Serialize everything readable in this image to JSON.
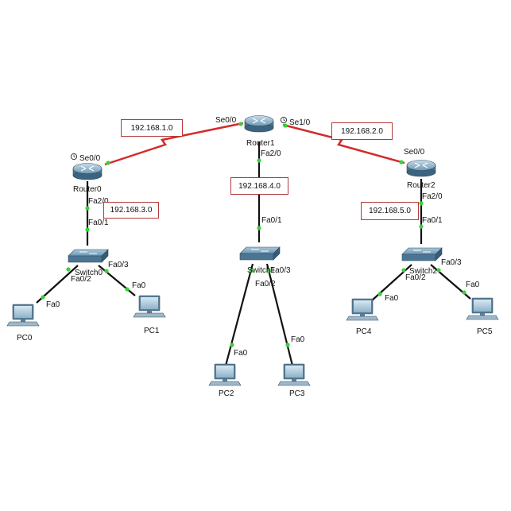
{
  "networks": {
    "net1": "192.168.1.0",
    "net2": "192.168.2.0",
    "net3": "192.168.3.0",
    "net4": "192.168.4.0",
    "net5": "192.168.5.0"
  },
  "devices": {
    "router0": "Router0",
    "router1": "Router1",
    "router2": "Router2",
    "switch0": "Switch0",
    "switch1": "Switch1",
    "switch2": "Switch2",
    "pc0": "PC0",
    "pc1": "PC1",
    "pc2": "PC2",
    "pc3": "PC3",
    "pc4": "PC4",
    "pc5": "PC5"
  },
  "ports": {
    "r1_se00": "Se0/0",
    "r1_se10": "Se1/0",
    "r1_fa20": "Fa2/0",
    "r0_se00": "Se0/0",
    "r0_fa20": "Fa2/0",
    "r2_se00": "Se0/0",
    "r2_fa20": "Fa2/0",
    "sw0_fa01": "Fa0/1",
    "sw0_fa02": "Fa0/2",
    "sw0_fa03": "Fa0/3",
    "sw1_fa01": "Fa0/1",
    "sw1_fa02": "Fa0/2",
    "sw1_fa03": "Fa0/3",
    "sw2_fa01": "Fa0/1",
    "sw2_fa02": "Fa0/2",
    "sw2_fa03": "Fa0/3",
    "pc0_fa0": "Fa0",
    "pc1_fa0": "Fa0",
    "pc2_fa0": "Fa0",
    "pc3_fa0": "Fa0",
    "pc4_fa0": "Fa0",
    "pc5_fa0": "Fa0"
  },
  "colors": {
    "serial_link": "#d42a2a",
    "ethernet_link": "#111111",
    "link_light": "#39d03a",
    "device_blue": "#5d8aa8"
  }
}
